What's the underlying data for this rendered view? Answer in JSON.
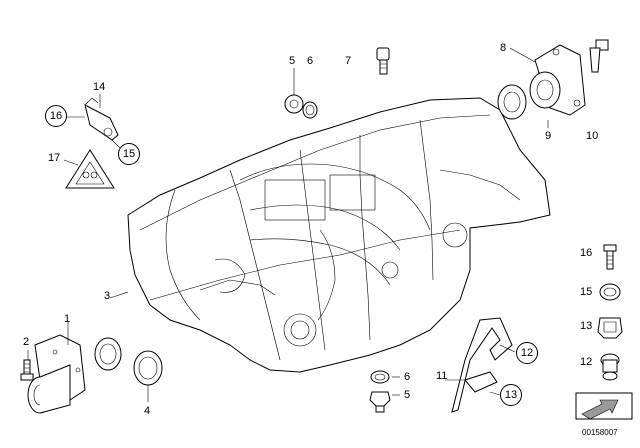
{
  "diagram": {
    "callouts": {
      "c1": "1",
      "c2": "2",
      "c3": "3",
      "c4": "4",
      "c5a": "5",
      "c6a": "6",
      "c7": "7",
      "c8": "8",
      "c9": "9",
      "c10": "10",
      "c11": "11",
      "c12": "12",
      "c13": "13",
      "c14": "14",
      "c15": "15",
      "c16": "16",
      "c17": "17",
      "c6b": "6",
      "c5b": "5",
      "leg16": "16",
      "leg15": "15",
      "leg13": "13",
      "leg12": "12"
    },
    "document_number": "00158007"
  }
}
